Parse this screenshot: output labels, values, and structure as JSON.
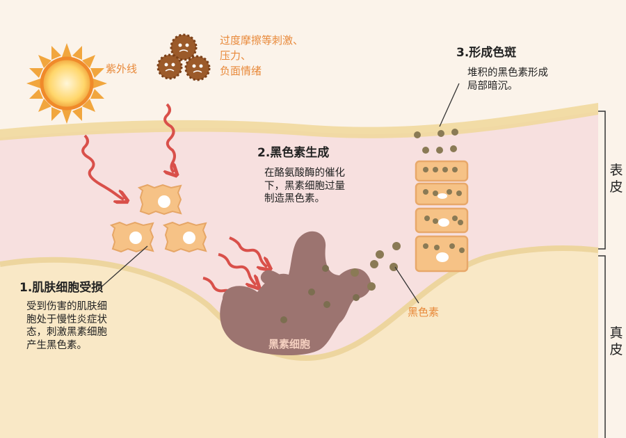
{
  "triggers": {
    "uv": "紫外线",
    "stimuli": "过度摩擦等刺激、\n压力、\n负面情绪"
  },
  "steps": [
    {
      "title": "1.肌肤细胞受损",
      "body": "受到伤害的肌肤细\n胞处于慢性炎症状\n态，刺激黑素细胞\n产生黑色素。"
    },
    {
      "title": "2.黑色素生成",
      "body": "在酪氨酸酶的催化\n下，黑素细胞过量\n制造黑色素。"
    },
    {
      "title": "3.形成色斑",
      "body": "堆积的黑色素形成\n局部暗沉。"
    }
  ],
  "labels": {
    "melanocyte": "黑素细胞",
    "melanin": "黑色素",
    "epidermis": "表皮",
    "dermis": "真皮"
  },
  "colors": {
    "dermis": "#f9e8c6",
    "epidermis": "#f7e0df",
    "layer_line": "#edd59e",
    "cell": "#f6c286",
    "melanocyte": "#9c7470",
    "melanin": "#7c6e50",
    "arrow": "#d9504a",
    "accent": "#e8893a"
  }
}
